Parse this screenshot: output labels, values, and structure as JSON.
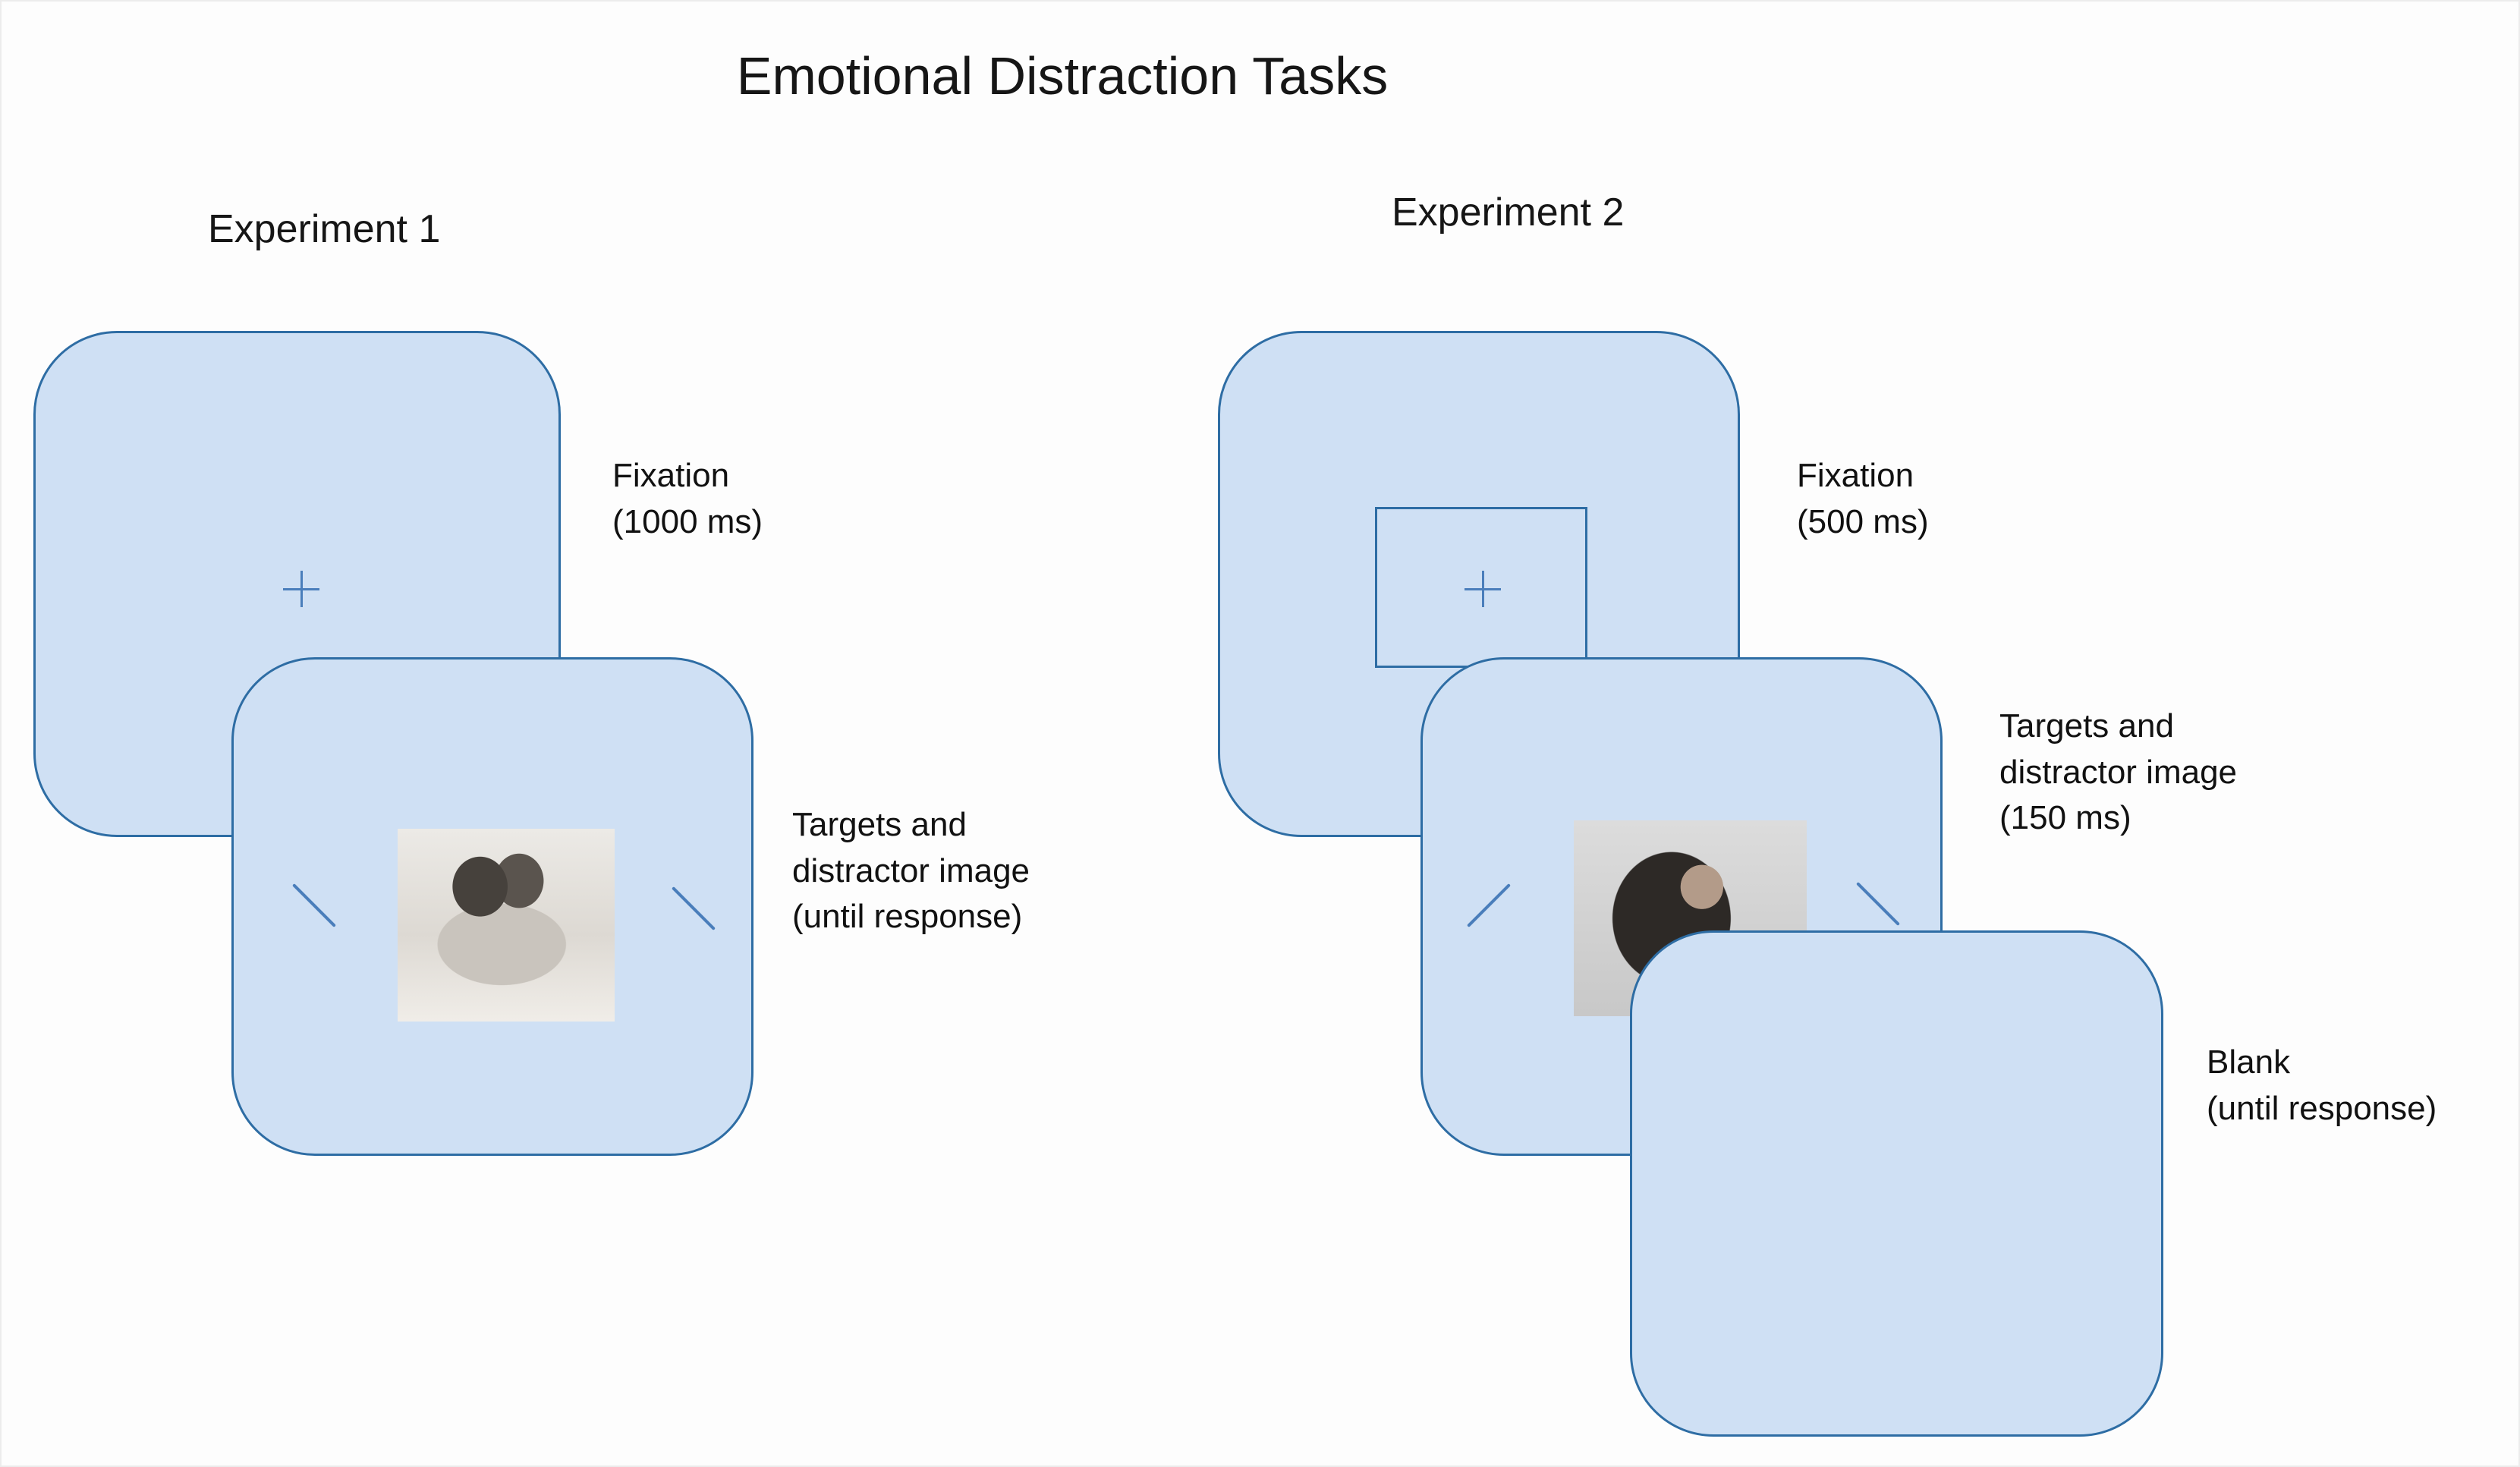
{
  "title": "Emotional Distraction Tasks",
  "experiments": [
    {
      "heading": "Experiment 1",
      "screens": [
        {
          "name": "Fixation screen",
          "label_lines": [
            "Fixation",
            "(1000 ms)"
          ]
        },
        {
          "name": "Targets and distractor screen",
          "label_lines": [
            "Targets and",
            "distractor image",
            "(until response)"
          ]
        }
      ]
    },
    {
      "heading": "Experiment 2",
      "screens": [
        {
          "name": "Fixation screen",
          "label_lines": [
            "Fixation",
            "(500 ms)"
          ]
        },
        {
          "name": "Targets and distractor screen",
          "label_lines": [
            "Targets and",
            "distractor image",
            "(150 ms)"
          ]
        },
        {
          "name": "Blank screen",
          "label_lines": [
            "Blank",
            "(until response)"
          ]
        }
      ]
    }
  ],
  "icons": {
    "fixation_cross": "+",
    "target_tilt_backslash": "╲",
    "target_tilt_slash": "╱"
  },
  "colors": {
    "card_fill": "#cfe0f4",
    "card_border": "#2e6da4",
    "accent_line": "#4a7ebb",
    "background": "#fdfdfd",
    "text": "#111111"
  },
  "images": {
    "exp1_distractor_alt": "grayscale photo of an embracing couple",
    "exp2_distractor_alt": "grayscale portrait photo of a woman"
  }
}
